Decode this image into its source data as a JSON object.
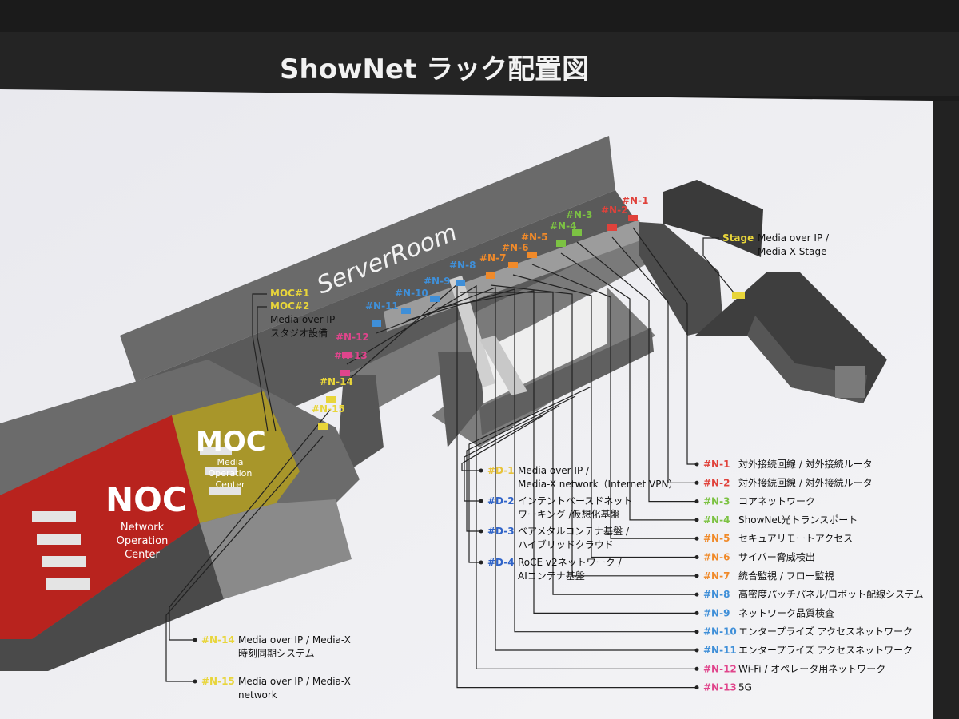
{
  "title": "ShowNet ラック配置図",
  "server_room_label": "ServerRoom",
  "rooms": {
    "noc": {
      "title": "NOC",
      "lines": [
        "Network",
        "Operation",
        "Center"
      ]
    },
    "moc": {
      "title": "MOC",
      "lines": [
        "Media",
        "Operation",
        "Center"
      ]
    }
  },
  "moc_callout": {
    "lines": [
      "MOC#1",
      "MOC#2"
    ],
    "desc": [
      "Media over IP",
      "スタジオ設備"
    ]
  },
  "stage_callout": {
    "tag": "Stage",
    "desc": [
      "Media over IP /",
      "Media-X Stage"
    ]
  },
  "colors": {
    "n_red": "#e0423b",
    "n_orange": "#f08a2a",
    "n_green": "#7cc243",
    "n_blue": "#3f8fd8",
    "n_pink": "#e0458c",
    "n_yellow": "#e8d53a",
    "d_yellow": "#e8c33a",
    "d_blue": "#2f63c8",
    "noc_floor": "#b8231e",
    "moc_floor": "#a8962a",
    "legend_text": "#111111"
  },
  "rack_labels": [
    {
      "id": "#N-1",
      "color": "n_red"
    },
    {
      "id": "#N-2",
      "color": "n_red"
    },
    {
      "id": "#N-3",
      "color": "n_green"
    },
    {
      "id": "#N-4",
      "color": "n_green"
    },
    {
      "id": "#N-5",
      "color": "n_orange"
    },
    {
      "id": "#N-6",
      "color": "n_orange"
    },
    {
      "id": "#N-7",
      "color": "n_orange"
    },
    {
      "id": "#N-8",
      "color": "n_blue"
    },
    {
      "id": "#N-9",
      "color": "n_blue"
    },
    {
      "id": "#N-10",
      "color": "n_blue"
    },
    {
      "id": "#N-11",
      "color": "n_blue"
    },
    {
      "id": "#N-12",
      "color": "n_pink"
    },
    {
      "id": "#N-13",
      "color": "n_pink"
    },
    {
      "id": "#N-14",
      "color": "n_yellow"
    },
    {
      "id": "#N-15",
      "color": "n_yellow"
    }
  ],
  "legend_d": [
    {
      "id": "#D-1",
      "lines": [
        "Media over IP /",
        "Media-X network（Internet VPN）"
      ],
      "color": "d_yellow"
    },
    {
      "id": "#D-2",
      "lines": [
        "インテントベースドネット",
        "ワーキング /仮想化基盤"
      ],
      "color": "d_blue"
    },
    {
      "id": "#D-3",
      "lines": [
        "ベアメタルコンテナ基盤 /",
        "ハイブリッドクラウド"
      ],
      "color": "d_blue"
    },
    {
      "id": "#D-4",
      "lines": [
        "RoCE v2ネットワーク /",
        "AIコンテナ基盤"
      ],
      "color": "d_blue"
    }
  ],
  "legend_n": [
    {
      "id": "#N-1",
      "text": "対外接続回線 / 対外接続ルータ",
      "color": "n_red"
    },
    {
      "id": "#N-2",
      "text": "対外接続回線 / 対外接続ルータ",
      "color": "n_red"
    },
    {
      "id": "#N-3",
      "text": "コアネットワーク",
      "color": "n_green"
    },
    {
      "id": "#N-4",
      "text": "ShowNet光トランスポート",
      "color": "n_green"
    },
    {
      "id": "#N-5",
      "text": "セキュアリモートアクセス",
      "color": "n_orange"
    },
    {
      "id": "#N-6",
      "text": "サイバー脅威検出",
      "color": "n_orange"
    },
    {
      "id": "#N-7",
      "text": "統合監視 / フロー監視",
      "color": "n_orange"
    },
    {
      "id": "#N-8",
      "text": "高密度パッチパネル/ロボット配線システム",
      "color": "n_blue"
    },
    {
      "id": "#N-9",
      "text": "ネットワーク品質検査",
      "color": "n_blue"
    },
    {
      "id": "#N-10",
      "text": "エンタープライズ アクセスネットワーク",
      "color": "n_blue"
    },
    {
      "id": "#N-11",
      "text": "エンタープライズ アクセスネットワーク",
      "color": "n_blue"
    },
    {
      "id": "#N-12",
      "text": "Wi-Fi / オペレータ用ネットワーク",
      "color": "n_pink"
    },
    {
      "id": "#N-13",
      "text": "5G",
      "color": "n_pink"
    }
  ],
  "legend_bottom": [
    {
      "id": "#N-14",
      "lines": [
        "Media over IP / Media-X",
        "時刻同期システム"
      ],
      "color": "n_yellow"
    },
    {
      "id": "#N-15",
      "lines": [
        "Media over IP / Media-X",
        "network"
      ],
      "color": "n_yellow"
    }
  ]
}
